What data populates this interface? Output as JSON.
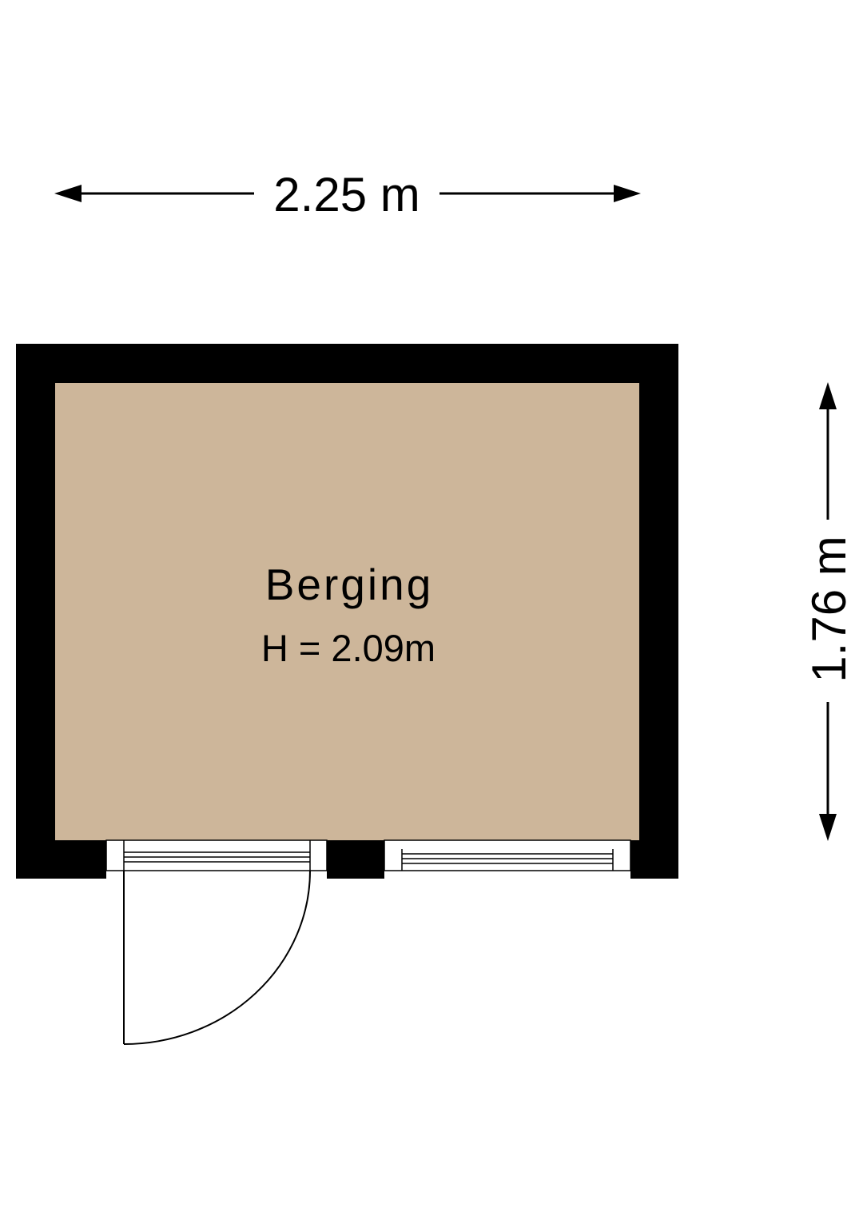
{
  "dimensions": {
    "width_label": "2.25 m",
    "depth_label": "1.76 m"
  },
  "room": {
    "name": "Berging",
    "height_label": "H = 2.09m"
  },
  "colors": {
    "floor": "#cdb69a",
    "wall": "#000000",
    "background": "#ffffff"
  }
}
